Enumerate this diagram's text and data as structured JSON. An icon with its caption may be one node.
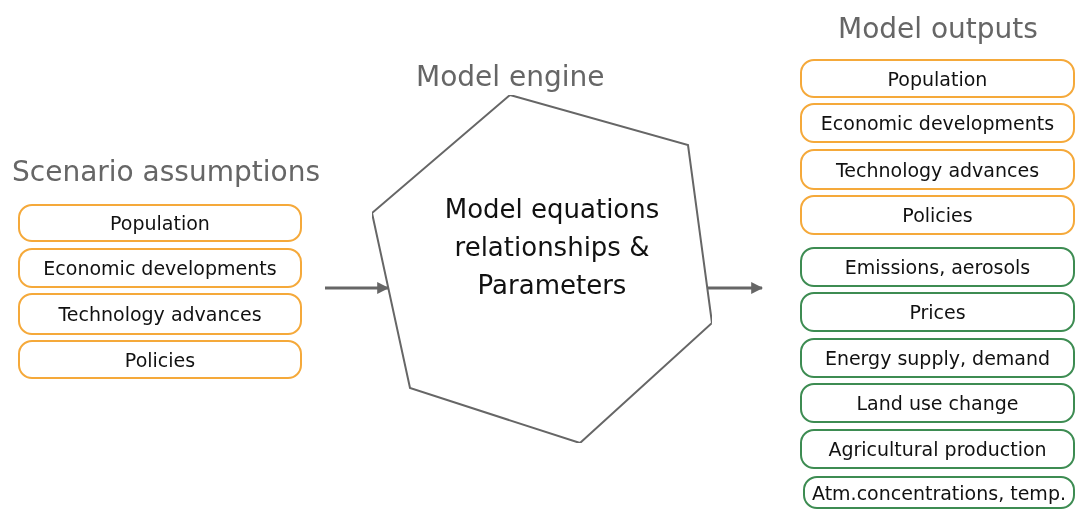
{
  "diagram": {
    "nodes": [
      {
        "text": [
          "Population"
        ]
      },
      {
        "text": [
          "Economic developments"
        ]
      },
      {
        "text": [
          "Technology advances"
        ]
      },
      {
        "text": [
          "Policies"
        ]
      },
      {
        "text": [
          "Model engine",
          "Model equations relationships & Parameters"
        ]
      },
      {
        "text": [
          "Population"
        ]
      },
      {
        "text": [
          "Economic developments"
        ]
      },
      {
        "text": [
          "Technology advances"
        ]
      },
      {
        "text": [
          "Policies"
        ]
      },
      {
        "text": [
          "Emissions, aerosols"
        ]
      },
      {
        "text": [
          "Prices"
        ]
      },
      {
        "text": [
          "Energy supply, demand"
        ]
      },
      {
        "text": [
          "Land use change"
        ]
      },
      {
        "text": [
          "Agricultural production"
        ]
      },
      {
        "text": [
          "Atm.concentrations, temp."
        ]
      }
    ],
    "edges": [
      {
        "from": null,
        "to": 4,
        "arrow": "to"
      },
      {
        "from": 4,
        "to": null,
        "arrow": "to"
      }
    ],
    "labels": [
      "Scenario assumptions",
      "Model outputs"
    ]
  }
}
